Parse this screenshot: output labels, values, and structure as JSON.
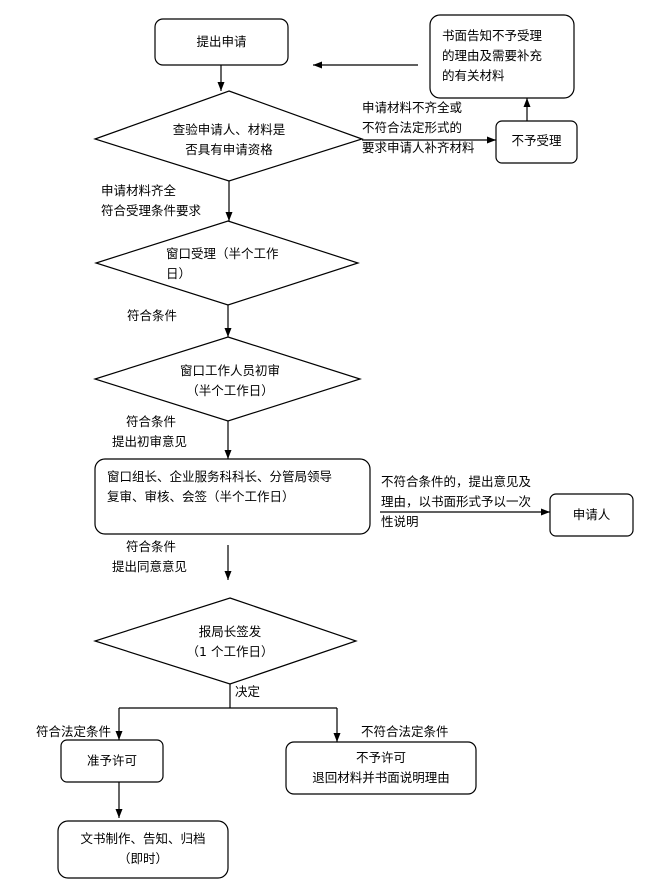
{
  "nodes": {
    "apply": "提出申请",
    "inform_lines": [
      "书面告知不予受理",
      "的理由及需要补充",
      "的有关材料"
    ],
    "check_lines": [
      "查验申请人、材料是",
      "否具有申请资格"
    ],
    "reject_accept": "不予受理",
    "window_accept_lines": [
      "窗口受理（半个工作",
      "日）"
    ],
    "initial_review_lines": [
      "窗口工作人员初审",
      "（半个工作日）"
    ],
    "joint_review_lines": [
      "窗口组长、企业服务科科长、分管局领导",
      "复审、审核、会签（半个工作日）"
    ],
    "applicant": "申请人",
    "director_sign_lines": [
      "报局长签发",
      "（1 个工作日）"
    ],
    "approve": "准予许可",
    "deny_lines": [
      "不予许可",
      "退回材料并书面说明理由"
    ],
    "documents_lines": [
      "文书制作、告知、归档",
      "（即时）"
    ]
  },
  "labels": {
    "incomplete_lines": [
      "申请材料不齐全或",
      "不符合法定形式的",
      "要求申请人补齐材料"
    ],
    "complete_lines": [
      "申请材料齐全",
      "符合受理条件要求"
    ],
    "qualified": "符合条件",
    "qualified_opinion_lines": [
      "符合条件",
      "提出初审意见"
    ],
    "not_qualified_lines": [
      "不符合条件的，提出意见及",
      "理由，以书面形式予以一次",
      "性说明"
    ],
    "agree_opinion_lines": [
      "符合条件",
      "提出同意意见"
    ],
    "decision": "决定",
    "legal_ok": "符合法定条件",
    "legal_not": "不符合法定条件"
  }
}
